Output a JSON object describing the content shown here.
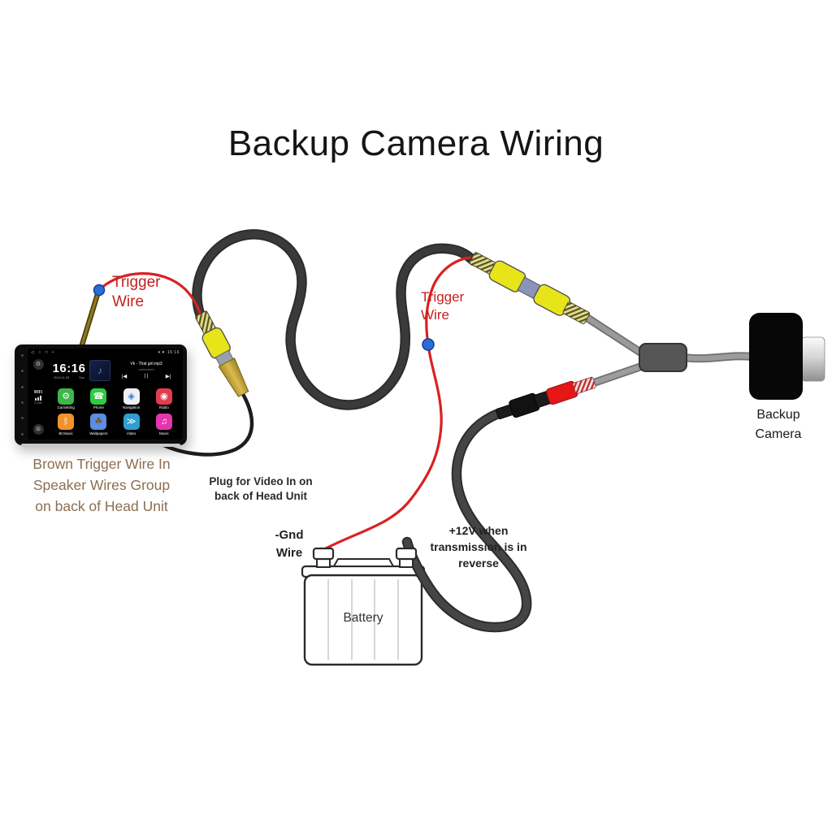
{
  "title": "Backup Camera Wiring",
  "labels": {
    "trigger_left": [
      "Trigger",
      "Wire"
    ],
    "trigger_right": [
      "Trigger",
      "Wire"
    ],
    "brown_note": [
      "Brown Trigger Wire In",
      "Speaker Wires Group",
      "on back of Head Unit"
    ],
    "video_note": [
      "Plug for Video In on",
      "back of Head Unit"
    ],
    "gnd_note": [
      "-Gnd",
      "Wire"
    ],
    "v12_note": [
      "+12V when",
      "transmission is in",
      "reverse"
    ],
    "battery_label": "Battery",
    "camera_label": [
      "Backup",
      "Camera"
    ]
  },
  "head_unit": {
    "status_left_icons": "◁ ○ □ •",
    "status_right_icons": "▾ ♥",
    "status_time": "16:16",
    "clock": "16:16",
    "date": "2019-11-03",
    "day": "Sun",
    "song_title": "Vk - That girl.mp3",
    "song_artist": "<unknown>",
    "control_prev": "|◀",
    "control_pause": "| |",
    "control_next": "▶|",
    "wifi_label": "WiFi",
    "wifi_sub": "2 Line",
    "side_button_top_glyph": "⚙",
    "side_button_bottom_glyph": "⊞",
    "album_art_glyph": "♪",
    "apps": [
      {
        "label": "CarSetting",
        "glyph": "⚙",
        "bg": "#3db64b",
        "fg": "#ffffff"
      },
      {
        "label": "Phone",
        "glyph": "☎",
        "bg": "#2ecc40",
        "fg": "#ffffff"
      },
      {
        "label": "Navigation",
        "glyph": "◈",
        "bg": "#eef0f4",
        "fg": "#3a7bd5"
      },
      {
        "label": "Radio",
        "glyph": "◉",
        "bg": "#e23c50",
        "fg": "#ffffff"
      },
      {
        "label": "Bt Music",
        "glyph": "ᛒ",
        "bg": "#f2922c",
        "fg": "#ffffff"
      },
      {
        "label": "Wallpapers",
        "glyph": "☘",
        "bg": "#5a8ee0",
        "fg": "#7a4f22"
      },
      {
        "label": "Video",
        "glyph": "≫",
        "bg": "#2f9fd0",
        "fg": "#ffffff"
      },
      {
        "label": "Music",
        "glyph": "♫",
        "bg": "#e535ae",
        "fg": "#ffffff"
      }
    ]
  },
  "colors": {
    "trigger_wire_red": "#d92121",
    "dark_cable": "#3a3a3a",
    "gray_cable": "#9a9a9a",
    "brown_wire": "#8d7a22",
    "splice_dot_blue": "#2f6bd6",
    "rca_yellow": "#e8e41a",
    "rca_red": "#e51717",
    "label_brown": "#8b6e52",
    "label_red": "#c32222"
  }
}
